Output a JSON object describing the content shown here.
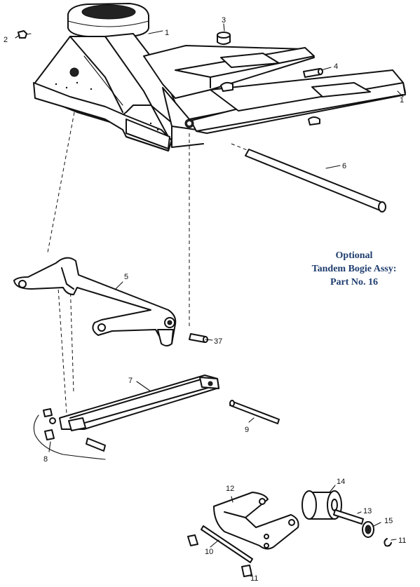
{
  "callouts": {
    "c1a": "1",
    "c1b": "1",
    "c2": "2",
    "c3": "3",
    "c4": "4",
    "c5": "5",
    "c6": "6",
    "c37": "37",
    "c7": "7",
    "c8": "8",
    "c9": "9",
    "c10": "10",
    "c11a": "11",
    "c11b": "11",
    "c12": "12",
    "c13": "13",
    "c14": "14",
    "c15": "15"
  },
  "note": {
    "line1": "Optional",
    "line2": "Tandem Bogie Assy:",
    "line3": "Part No. 16",
    "color": "#1f3d6e"
  }
}
